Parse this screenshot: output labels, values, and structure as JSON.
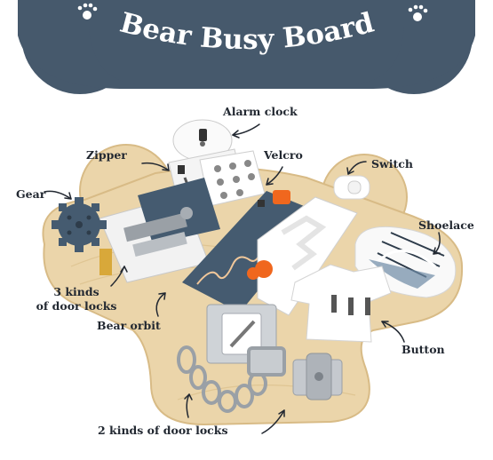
{
  "banner": {
    "title": "Bear Busy Board"
  },
  "colors": {
    "banner": "#46596c",
    "banner_text": "#ffffff",
    "wood": "#ebd5aa",
    "wood_edge": "#d8bb86",
    "slate": "#455b70",
    "orange": "#f0671e",
    "label": "#222831"
  },
  "labels": {
    "alarm_clock": "Alarm clock",
    "zipper": "Zipper",
    "velcro": "Velcro",
    "switch": "Switch",
    "gear": "Gear",
    "shoelace": "Shoelace",
    "door_locks_3_line1": "3 kinds",
    "door_locks_3_line2": "of door locks",
    "bear_orbit": "Bear orbit",
    "button": "Button",
    "door_locks_2": "2 kinds of door locks"
  }
}
